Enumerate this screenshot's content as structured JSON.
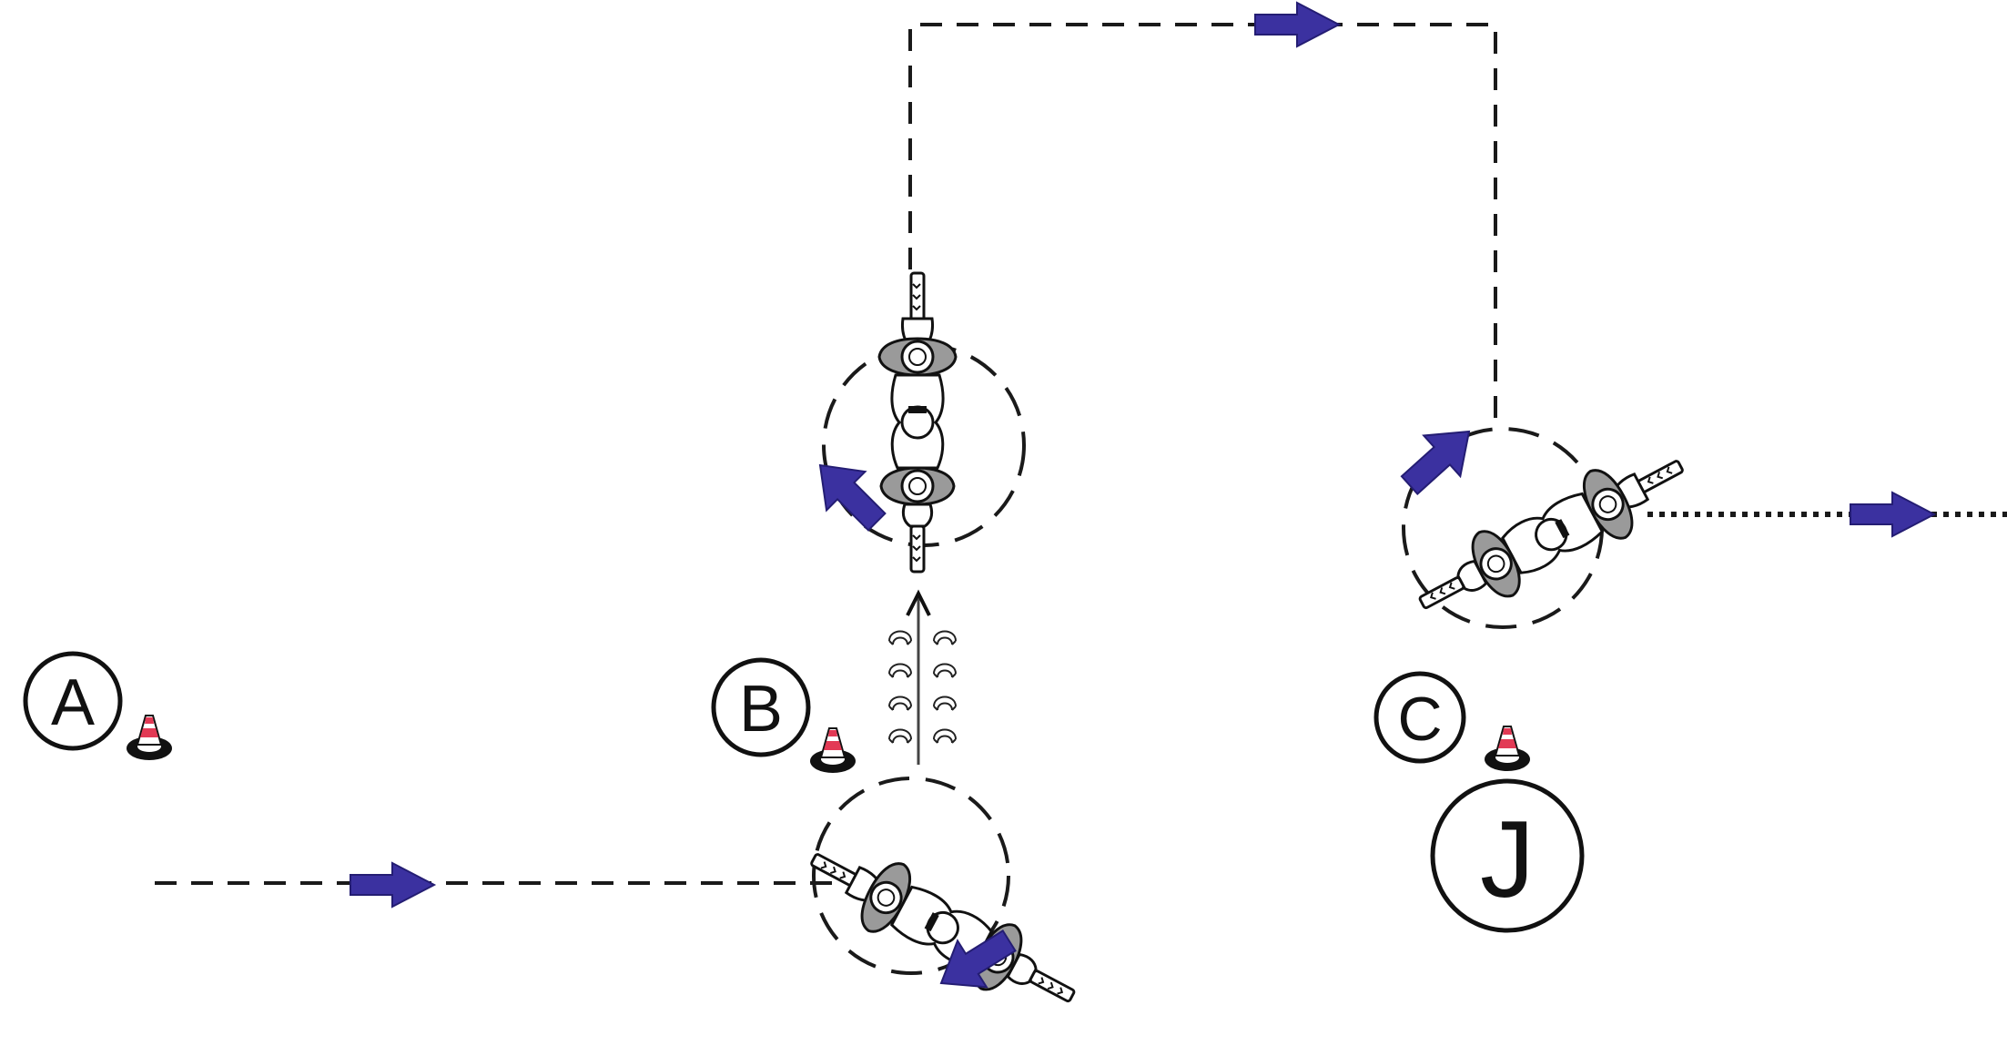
{
  "diagram": {
    "markers": [
      {
        "id": "A",
        "label": "A"
      },
      {
        "id": "B",
        "label": "B"
      },
      {
        "id": "C",
        "label": "C"
      }
    ],
    "figure_label": "J",
    "colors": {
      "arrow": "#3b31a0",
      "arrow_stroke": "#241d73",
      "cone_stripe": "#e23a55",
      "line": "#1a1a1a",
      "pad_gray": "#9a9a9a"
    },
    "icons": [
      "traffic-cone-icon",
      "motorcycle-icon",
      "direction-arrow-icon",
      "footprint-icon"
    ]
  }
}
